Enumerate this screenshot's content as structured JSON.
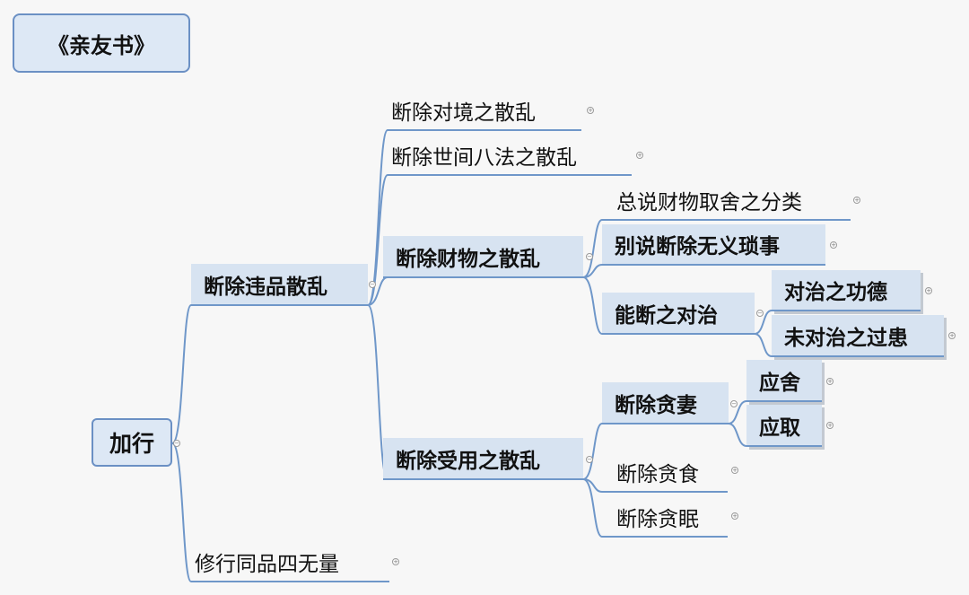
{
  "title": "《亲友书》",
  "root": "加行",
  "nodes": {
    "n1": "断除违品散乱",
    "n1_1": "断除对境之散乱",
    "n1_2": "断除世间八法之散乱",
    "n1_3": "断除财物之散乱",
    "n1_3_1": "总说财物取舍之分类",
    "n1_3_2": "别说断除无义琐事",
    "n1_3_3": "能断之对治",
    "n1_3_3_1": "对治之功德",
    "n1_3_3_2": "未对治之过患",
    "n1_4": "断除受用之散乱",
    "n1_4_1": "断除贪妻",
    "n1_4_1_1": "应舍",
    "n1_4_1_2": "应取",
    "n1_4_2": "断除贪食",
    "n1_4_3": "断除贪眠",
    "n2": "修行同品四无量"
  },
  "colors": {
    "line": "#6f97c9",
    "node_fill": "#d7e3f1",
    "node_border": "#6b90c4",
    "background": "#f7f7f7"
  }
}
